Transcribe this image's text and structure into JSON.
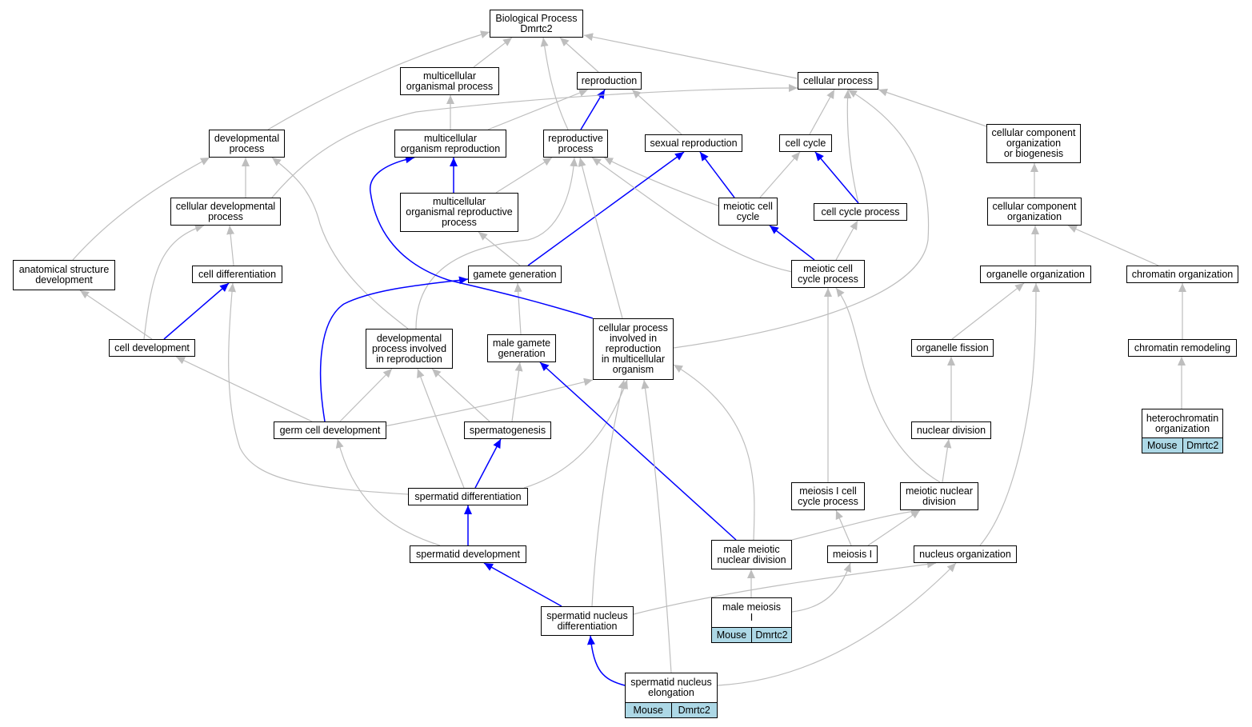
{
  "graph": {
    "title_line1": "Biological Process",
    "title_line2": "Dmrtc2",
    "colors": {
      "edge_gray": "#bebebe",
      "edge_blue": "#0000ff",
      "annotation_fill": "#add8e6"
    },
    "nodes": {
      "bp_root": "Biological Process\nDmrtc2",
      "multicellular_organismal_process": "multicellular\norganismal process",
      "reproduction": "reproduction",
      "cellular_process": "cellular process",
      "developmental_process": "developmental\nprocess",
      "multicellular_organism_reproduction": "multicellular\norganism reproduction",
      "reproductive_process": "reproductive\nprocess",
      "sexual_reproduction": "sexual reproduction",
      "cell_cycle": "cell cycle",
      "cellular_component_org_or_biogenesis": "cellular component\norganization\nor biogenesis",
      "cellular_developmental_process": "cellular developmental\nprocess",
      "multicellular_organismal_reproductive_process": "multicellular\norganismal reproductive\nprocess",
      "meiotic_cell_cycle": "meiotic cell\ncycle",
      "cell_cycle_process": "cell cycle process",
      "cellular_component_organization": "cellular component\norganization",
      "anatomical_structure_development": "anatomical structure\ndevelopment",
      "cell_differentiation": "cell differentiation",
      "gamete_generation": "gamete generation",
      "meiotic_cell_cycle_process": "meiotic cell\ncycle process",
      "organelle_organization": "organelle organization",
      "chromatin_organization": "chromatin organization",
      "cell_development": "cell development",
      "developmental_process_involved_in_reproduction": "developmental\nprocess involved\nin reproduction",
      "male_gamete_generation": "male gamete\ngeneration",
      "cellular_process_involved_in_reproduction": "cellular process\ninvolved in\nreproduction\nin multicellular\norganism",
      "organelle_fission": "organelle fission",
      "chromatin_remodeling": "chromatin remodeling",
      "germ_cell_development": "germ cell development",
      "spermatogenesis": "spermatogenesis",
      "nuclear_division": "nuclear division",
      "heterochromatin_organization": "heterochromatin\norganization",
      "spermatid_differentiation": "spermatid differentiation",
      "meiosis_i_cell_cycle_process": "meiosis I cell\ncycle process",
      "meiotic_nuclear_division": "meiotic nuclear\ndivision",
      "spermatid_development": "spermatid development",
      "male_meiotic_nuclear_division": "male meiotic\nnuclear division",
      "meiosis_i": "meiosis I",
      "nucleus_organization": "nucleus organization",
      "male_meiosis_i": "male meiosis\nI",
      "spermatid_nucleus_differentiation": "spermatid nucleus\ndifferentiation",
      "spermatid_nucleus_elongation": "spermatid nucleus\nelongation"
    },
    "annotations": {
      "heterochromatin_organization": {
        "species": "Mouse",
        "gene": "Dmrtc2"
      },
      "male_meiosis_i": {
        "species": "Mouse",
        "gene": "Dmrtc2"
      },
      "spermatid_nucleus_elongation": {
        "species": "Mouse",
        "gene": "Dmrtc2"
      }
    }
  }
}
